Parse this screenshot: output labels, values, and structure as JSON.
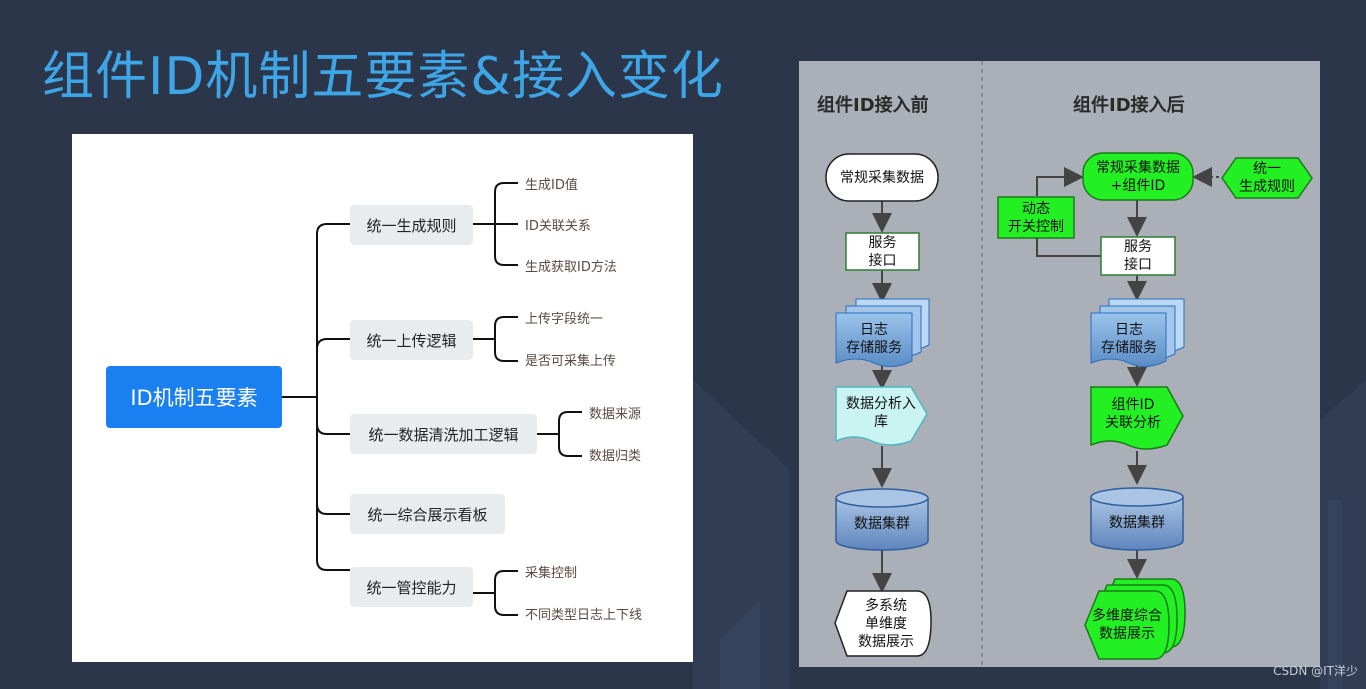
{
  "slide": {
    "title": "组件ID机制五要素&接入变化",
    "watermark": "CSDN @IT洋少"
  },
  "mindmap": {
    "root": "ID机制五要素",
    "branches": [
      {
        "label": "统一生成规则",
        "leaves": [
          "生成ID值",
          "ID关联关系",
          "生成获取ID方法"
        ]
      },
      {
        "label": "统一上传逻辑",
        "leaves": [
          "上传字段统一",
          "是否可采集上传"
        ]
      },
      {
        "label": "统一数据清洗加工逻辑",
        "leaves": [
          "数据来源",
          "数据归类"
        ]
      },
      {
        "label": "统一综合展示看板",
        "leaves": []
      },
      {
        "label": "统一管控能力",
        "leaves": [
          "采集控制",
          "不同类型日志上下线"
        ]
      }
    ]
  },
  "flow": {
    "before": {
      "title": "组件ID接入前",
      "collect": "常规采集数据",
      "service_1": "服务",
      "service_2": "接口",
      "log_1": "日志",
      "log_2": "存储服务",
      "analysis_1": "数据分析入",
      "analysis_2": "库",
      "cluster": "数据集群",
      "display_1": "多系统",
      "display_2": "单维度",
      "display_3": "数据展示"
    },
    "after": {
      "title": "组件ID接入后",
      "collect_1": "常规采集数据",
      "collect_2": "+组件ID",
      "rule_1": "统一",
      "rule_2": "生成规则",
      "switch_1": "动态",
      "switch_2": "开关控制",
      "service_1": "服务",
      "service_2": "接口",
      "log_1": "日志",
      "log_2": "存储服务",
      "analysis_1": "组件ID",
      "analysis_2": "关联分析",
      "cluster": "数据集群",
      "display_1": "多维度综合",
      "display_2": "数据展示"
    }
  }
}
